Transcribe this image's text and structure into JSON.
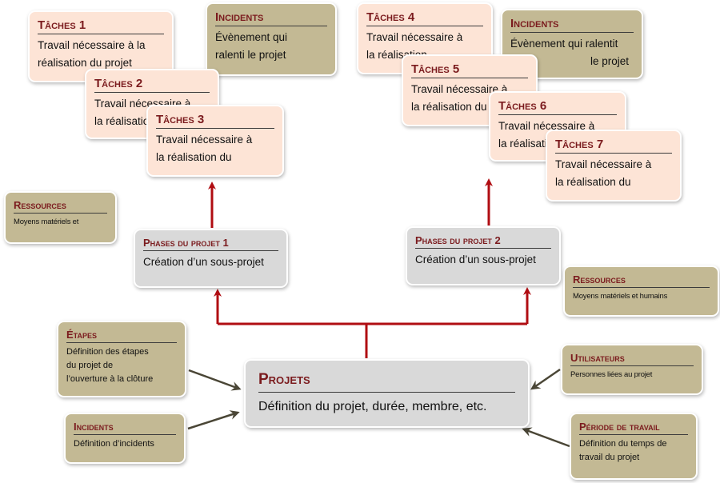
{
  "colors": {
    "task_fill": "#fde4d6",
    "olive_fill": "#c3b994",
    "grey_fill": "#d9d9d9",
    "title_color": "#7b1b1e",
    "arrow_red": "#b00d12",
    "arrow_dark": "#4a4636"
  },
  "top_left": {
    "tache1": {
      "title": "Tâches 1",
      "text": [
        "Travail nécessaire à la",
        "réalisation du projet"
      ]
    },
    "incidents": {
      "title": "Incidents",
      "text": [
        "Évènement qui",
        "ralenti le projet"
      ]
    },
    "tache2": {
      "title": "Tâches 2",
      "text": [
        "Travail nécessaire à",
        "la réalisation"
      ]
    },
    "tache3": {
      "title": "Tâches 3",
      "text": [
        "Travail nécessaire à",
        "la réalisation du"
      ]
    }
  },
  "top_right": {
    "tache4": {
      "title": "Tâches 4",
      "text": [
        "Travail nécessaire à",
        "la réalisation"
      ]
    },
    "incidents": {
      "title": "Incidents",
      "text": [
        "Évènement qui ralentit",
        "le projet"
      ]
    },
    "tache5": {
      "title": "Tâches 5",
      "text": [
        "Travail nécessaire à",
        "la réalisation du"
      ]
    },
    "tache6": {
      "title": "Tâches 6",
      "text": [
        "Travail nécessaire à",
        "la réalisation"
      ]
    },
    "tache7": {
      "title": "Tâches 7",
      "text": [
        "Travail nécessaire à",
        "la réalisation du"
      ]
    }
  },
  "ressources_left": {
    "title": "Ressources",
    "text": "Moyens matériels et"
  },
  "ressources_right": {
    "title": "Ressources",
    "text": "Moyens matériels et humains"
  },
  "phase1": {
    "title": "Phases du projet 1",
    "text": "Création d’un sous-projet"
  },
  "phase2": {
    "title": "Phases du projet 2",
    "text": "Création d’un sous-projet"
  },
  "etapes": {
    "title": "Étapes",
    "text": [
      "Définition des étapes",
      "du projet de",
      "l’ouverture à la clôture"
    ]
  },
  "incidents_bottom": {
    "title": "Incidents",
    "text": "Définition d’incidents"
  },
  "projets": {
    "title": "Projets",
    "text": "Définition du projet, durée, membre, etc."
  },
  "utilisateurs": {
    "title": "Utilisateurs",
    "text": "Personnes liées au projet"
  },
  "periode": {
    "title": "Période de travail",
    "text": [
      "Définition du temps de",
      "travail du projet"
    ]
  }
}
